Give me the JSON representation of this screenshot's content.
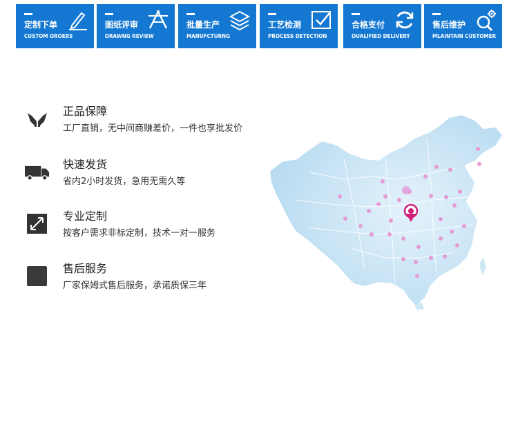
{
  "steps": [
    {
      "cn": "定制下单",
      "en": "CUSTOM  OROERS",
      "icon": "pencil-icon"
    },
    {
      "cn": "图纸评审",
      "en": "DRAWNG REVIEW",
      "icon": "drafting-icon"
    },
    {
      "cn": "批量生产",
      "en": "MANUFCTURNG",
      "icon": "layers-icon"
    },
    {
      "cn": "工艺检测",
      "en": "PROCESS DETECTION",
      "icon": "check-box-icon"
    },
    {
      "cn": "合格支付",
      "en": "OUALIFIED DELIVERY",
      "icon": "refresh-icon"
    },
    {
      "cn": "售后维护",
      "en": "MLAINTAIN CUSTOMER",
      "icon": "gear-search-icon"
    }
  ],
  "features": [
    {
      "title": "正品保障",
      "desc": "工厂直销，无中间商赚差价，一件也享批发价",
      "icon": "hands-icon"
    },
    {
      "title": "快速发货",
      "desc": "省内2小时发货，急用无需久等",
      "icon": "truck-icon"
    },
    {
      "title": "专业定制",
      "desc": "按客户需求非标定制，技术一对一服务",
      "icon": "resize-arrow-icon"
    },
    {
      "title": "售后服务",
      "desc": "厂家保姆式售后服务，承诺质保三年",
      "icon": "service-box-icon"
    }
  ],
  "colors": {
    "step_bg": "#1478d2",
    "map_fill": "#cfe6f5",
    "pin": "#e59ad6",
    "hub": "#d0207a"
  }
}
